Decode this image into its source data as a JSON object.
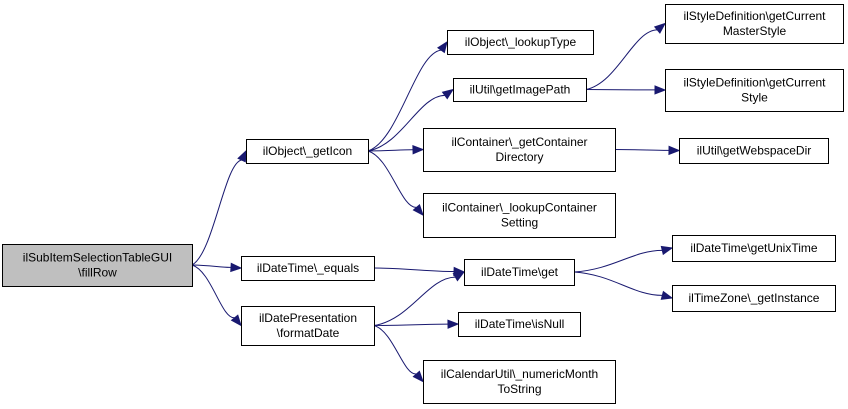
{
  "colors": {
    "edge": "#191970",
    "root_fill": "#bfbfbf",
    "node_fill": "#ffffff",
    "border": "#000000"
  },
  "nodes": [
    {
      "id": "root",
      "lines": [
        "ilSubItemSelectionTableGUI",
        "\\fillRow"
      ]
    },
    {
      "id": "getIcon",
      "lines": [
        "ilObject\\_getIcon"
      ]
    },
    {
      "id": "dtEquals",
      "lines": [
        "ilDateTime\\_equals"
      ]
    },
    {
      "id": "formatDate",
      "lines": [
        "ilDatePresentation",
        "\\formatDate"
      ]
    },
    {
      "id": "lookupType",
      "lines": [
        "ilObject\\_lookupType"
      ]
    },
    {
      "id": "getImagePath",
      "lines": [
        "ilUtil\\getImagePath"
      ]
    },
    {
      "id": "getContainerDir",
      "lines": [
        "ilContainer\\_getContainer",
        "Directory"
      ]
    },
    {
      "id": "lookupContainerSetting",
      "lines": [
        "ilContainer\\_lookupContainer",
        "Setting"
      ]
    },
    {
      "id": "dtGet",
      "lines": [
        "ilDateTime\\get"
      ]
    },
    {
      "id": "isNull",
      "lines": [
        "ilDateTime\\isNull"
      ]
    },
    {
      "id": "numericMonth",
      "lines": [
        "ilCalendarUtil\\_numericMonth",
        "ToString"
      ]
    },
    {
      "id": "masterStyle",
      "lines": [
        "ilStyleDefinition\\getCurrent",
        "MasterStyle"
      ]
    },
    {
      "id": "currentStyle",
      "lines": [
        "ilStyleDefinition\\getCurrent",
        "Style"
      ]
    },
    {
      "id": "webspaceDir",
      "lines": [
        "ilUtil\\getWebspaceDir"
      ]
    },
    {
      "id": "unixTime",
      "lines": [
        "ilDateTime\\getUnixTime"
      ]
    },
    {
      "id": "tzInstance",
      "lines": [
        "ilTimeZone\\_getInstance"
      ]
    }
  ],
  "edges": [
    [
      "root",
      "getIcon"
    ],
    [
      "root",
      "dtEquals"
    ],
    [
      "root",
      "formatDate"
    ],
    [
      "getIcon",
      "lookupType"
    ],
    [
      "getIcon",
      "getImagePath"
    ],
    [
      "getIcon",
      "getContainerDir"
    ],
    [
      "getIcon",
      "lookupContainerSetting"
    ],
    [
      "getImagePath",
      "masterStyle"
    ],
    [
      "getImagePath",
      "currentStyle"
    ],
    [
      "getContainerDir",
      "webspaceDir"
    ],
    [
      "dtEquals",
      "dtGet"
    ],
    [
      "formatDate",
      "dtGet"
    ],
    [
      "formatDate",
      "isNull"
    ],
    [
      "formatDate",
      "numericMonth"
    ],
    [
      "dtGet",
      "unixTime"
    ],
    [
      "dtGet",
      "tzInstance"
    ]
  ]
}
